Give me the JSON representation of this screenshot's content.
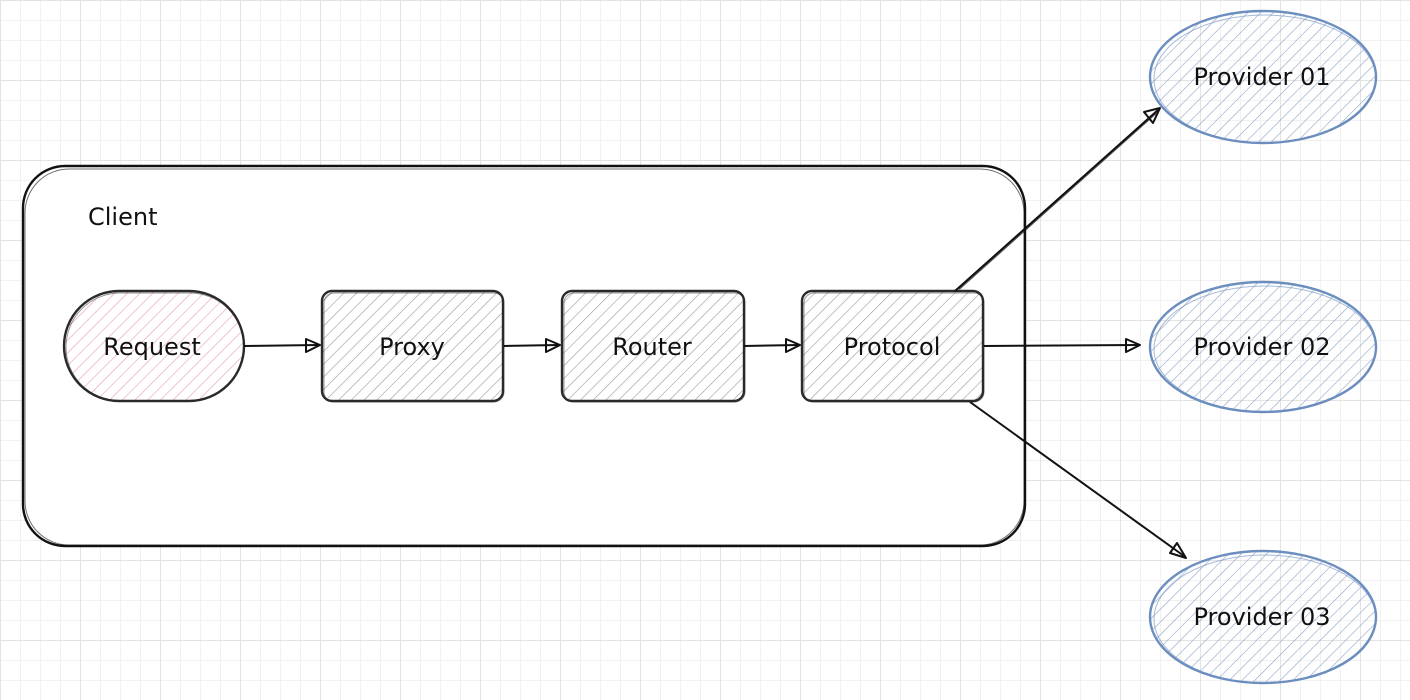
{
  "diagram": {
    "container": {
      "label": "Client"
    },
    "nodes": [
      {
        "id": "request",
        "label": "Request",
        "shape": "pill",
        "color": "#e6a0a8"
      },
      {
        "id": "proxy",
        "label": "Proxy",
        "shape": "rect",
        "color": "#9a9a9a"
      },
      {
        "id": "router",
        "label": "Router",
        "shape": "rect",
        "color": "#9a9a9a"
      },
      {
        "id": "protocol",
        "label": "Protocol",
        "shape": "rect",
        "color": "#9a9a9a"
      },
      {
        "id": "provider01",
        "label": "Provider 01",
        "shape": "ellipse",
        "color": "#6c8ebf"
      },
      {
        "id": "provider02",
        "label": "Provider 02",
        "shape": "ellipse",
        "color": "#6c8ebf"
      },
      {
        "id": "provider03",
        "label": "Provider 03",
        "shape": "ellipse",
        "color": "#6c8ebf"
      }
    ],
    "edges": [
      {
        "from": "request",
        "to": "proxy"
      },
      {
        "from": "proxy",
        "to": "router"
      },
      {
        "from": "router",
        "to": "protocol"
      },
      {
        "from": "protocol",
        "to": "provider01"
      },
      {
        "from": "protocol",
        "to": "provider02"
      },
      {
        "from": "protocol",
        "to": "provider03"
      }
    ]
  }
}
